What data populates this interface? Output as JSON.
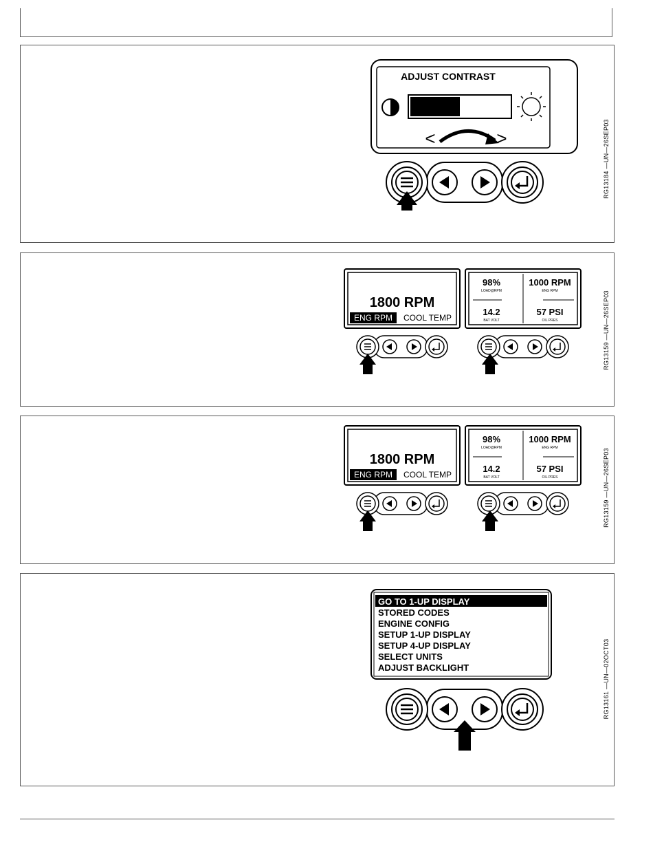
{
  "panels": [
    {
      "figure_id": "RG13184 —UN—26SEP03",
      "screen_title": "ADJUST CONTRAST",
      "contrast_level": 0.5
    },
    {
      "figure_id": "RG13159 —UN—26SEP03",
      "one_up": {
        "value": "1800 RPM",
        "active_label": "ENG RPM",
        "next_label": "COOL TEMP"
      },
      "four_up": [
        {
          "value": "98%",
          "label": "LOAD@RPM"
        },
        {
          "value": "1000 RPM",
          "label": "ENG RPM"
        },
        {
          "value": "14.2",
          "label": "BAT VOLT"
        },
        {
          "value": "57 PSI",
          "label": "OIL PRES"
        }
      ]
    },
    {
      "figure_id": "RG13159 —UN—26SEP03",
      "one_up": {
        "value": "1800 RPM",
        "active_label": "ENG RPM",
        "next_label": "COOL TEMP"
      },
      "four_up": [
        {
          "value": "98%",
          "label": "LOAD@RPM"
        },
        {
          "value": "1000 RPM",
          "label": "ENG RPM"
        },
        {
          "value": "14.2",
          "label": "BAT VOLT"
        },
        {
          "value": "57 PSI",
          "label": "OIL PRES"
        }
      ]
    },
    {
      "figure_id": "RG13161 —UN—02OCT03",
      "menu_items": [
        "GO TO 1-UP DISPLAY",
        "STORED CODES",
        "ENGINE CONFIG",
        "SETUP 1-UP DISPLAY",
        "SETUP 4-UP DISPLAY",
        "SELECT UNITS",
        "ADJUST BACKLIGHT"
      ]
    }
  ]
}
